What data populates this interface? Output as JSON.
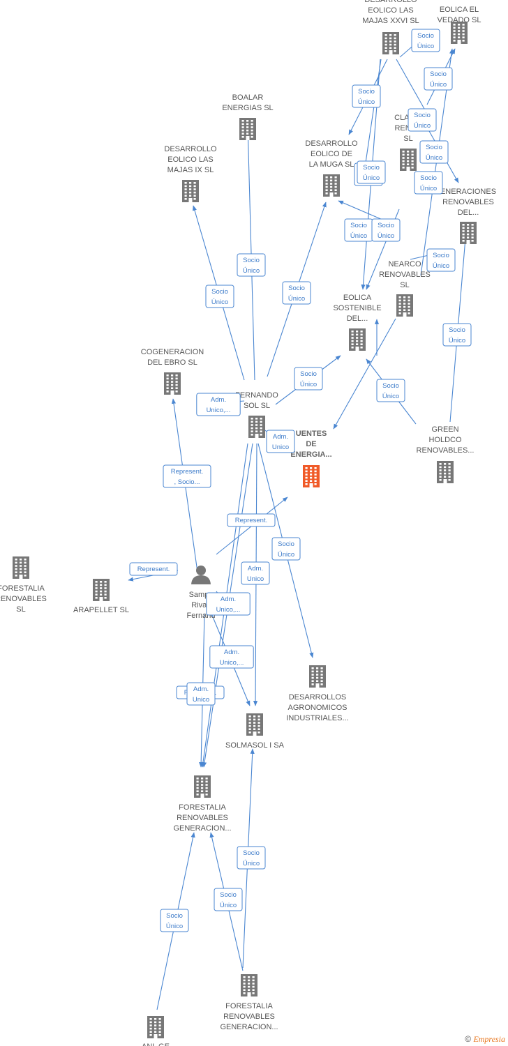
{
  "nodes": [
    {
      "id": "majas26",
      "kind": "company",
      "lines": [
        "DESARROLLO",
        "EOLICO LAS",
        "MAJAS XXVI  SL"
      ]
    },
    {
      "id": "vedado",
      "kind": "company",
      "lines": [
        "EOLICA EL",
        "VEDADO SL"
      ]
    },
    {
      "id": "boalar",
      "kind": "company",
      "lines": [
        "BOALAR",
        "ENERGIAS  SL"
      ]
    },
    {
      "id": "claris",
      "kind": "company",
      "lines": [
        "CLARIS",
        "RENOV",
        "SL"
      ]
    },
    {
      "id": "majas9",
      "kind": "company",
      "lines": [
        "DESARROLLO",
        "EOLICO LAS",
        "MAJAS IX  SL"
      ]
    },
    {
      "id": "muga",
      "kind": "company",
      "lines": [
        "DESARROLLO",
        "EOLICO DE",
        "LA MUGA SL"
      ]
    },
    {
      "id": "generaciones",
      "kind": "company",
      "lines": [
        "ENERACIONES",
        "RENOVABLES",
        "DEL..."
      ]
    },
    {
      "id": "nearco",
      "kind": "company",
      "lines": [
        "NEARCO",
        "RENOVABLES",
        "SL"
      ]
    },
    {
      "id": "eolica_sostenible",
      "kind": "company",
      "lines": [
        "EOLICA",
        "SOSTENIBLE",
        "DEL..."
      ]
    },
    {
      "id": "cogeneracion",
      "kind": "company",
      "lines": [
        "COGENERACION",
        "DEL EBRO  SL"
      ]
    },
    {
      "id": "fernando",
      "kind": "company",
      "lines": [
        "FERNANDO",
        "SOL SL"
      ]
    },
    {
      "id": "fuentes",
      "kind": "focus",
      "lines": [
        "UENTES",
        "DE",
        "ENERGIA..."
      ]
    },
    {
      "id": "green",
      "kind": "company",
      "lines": [
        "GREEN",
        "HOLDCO",
        "RENOVABLES..."
      ]
    },
    {
      "id": "forestalia_left",
      "kind": "company",
      "lines": [
        "FORESTALIA",
        "RENOVABLES",
        "SL"
      ]
    },
    {
      "id": "arapellet",
      "kind": "company",
      "lines": [
        "ARAPELLET  SL"
      ]
    },
    {
      "id": "sampe",
      "kind": "person",
      "lines": [
        "Sampe",
        "Rivas",
        "Fernand"
      ]
    },
    {
      "id": "agronomicos",
      "kind": "company",
      "lines": [
        "DESARROLLOS",
        "AGRONOMICOS",
        "INDUSTRIALES..."
      ]
    },
    {
      "id": "solmasol",
      "kind": "company",
      "lines": [
        "SOLMASOL I SA"
      ]
    },
    {
      "id": "forestalia_gen1",
      "kind": "company",
      "lines": [
        "FORESTALIA",
        "RENOVABLES",
        "GENERACION..."
      ]
    },
    {
      "id": "forestalia_gen2",
      "kind": "company",
      "lines": [
        "FORESTALIA",
        "RENOVABLES",
        "GENERACION..."
      ]
    },
    {
      "id": "bottom_left",
      "kind": "company",
      "lines": [
        "ANL GE"
      ]
    }
  ],
  "edges": [
    {
      "lines": [
        "Socio",
        "Único"
      ]
    },
    {
      "lines": [
        "Socio",
        "Único"
      ]
    },
    {
      "lines": [
        "Socio",
        "Único"
      ]
    },
    {
      "lines": [
        "Socio",
        "Único"
      ]
    },
    {
      "lines": [
        "Socio",
        "Único"
      ]
    },
    {
      "lines": [
        "Socio",
        "Único"
      ]
    },
    {
      "lines": [
        "Socio",
        "Único"
      ]
    },
    {
      "lines": [
        "Socio",
        "Único"
      ]
    },
    {
      "lines": [
        "Socio",
        "Único"
      ]
    },
    {
      "lines": [
        "Socio",
        "Único"
      ]
    },
    {
      "lines": [
        "Socio",
        "Único"
      ]
    },
    {
      "lines": [
        "Socio",
        "Único"
      ]
    },
    {
      "lines": [
        "Socio",
        "Único"
      ]
    },
    {
      "lines": [
        "Socio",
        "Único"
      ]
    },
    {
      "lines": [
        "Socio",
        "Único"
      ]
    },
    {
      "lines": [
        "Socio",
        "Único"
      ]
    },
    {
      "lines": [
        "Socio",
        "Único"
      ]
    },
    {
      "lines": [
        "Adm.",
        "Unico,..."
      ]
    },
    {
      "lines": [
        "Adm.",
        "Unico"
      ]
    },
    {
      "lines": [
        "Represent.",
        ", Socio..."
      ]
    },
    {
      "lines": [
        "Represent."
      ]
    },
    {
      "lines": [
        "Represent."
      ]
    },
    {
      "lines": [
        "Adm.",
        "Unico,..."
      ]
    },
    {
      "lines": [
        "Socio",
        "Único"
      ]
    },
    {
      "lines": [
        "Adm.",
        "Unico"
      ]
    },
    {
      "lines": [
        "Adm.",
        "Unico,..."
      ]
    },
    {
      "lines": [
        "Represent."
      ]
    },
    {
      "lines": [
        "Adm.",
        "Unico"
      ]
    },
    {
      "lines": [
        "Socio",
        "Único"
      ]
    },
    {
      "lines": [
        "Socio",
        "Único"
      ]
    },
    {
      "lines": [
        "Socio",
        "Único"
      ]
    }
  ],
  "footer": {
    "symbol": "©",
    "brand": "Empresia"
  }
}
